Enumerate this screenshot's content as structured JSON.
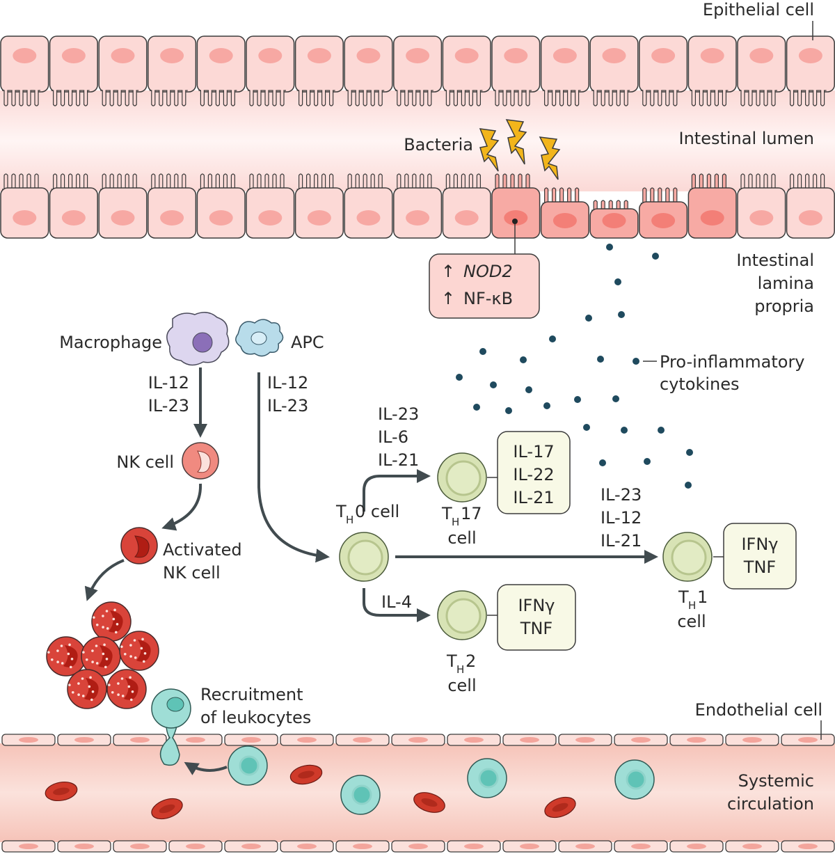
{
  "labels": {
    "epithelial_cell": "Epithelial cell",
    "intestinal_lumen": "Intestinal lumen",
    "bacteria": "Bacteria",
    "nod2": "NOD2",
    "nfkb": "NF-κB",
    "up_arrow": "↑",
    "lamina_propria_1": "Intestinal",
    "lamina_propria_2": "lamina",
    "lamina_propria_3": "propria",
    "macrophage": "Macrophage",
    "apc": "APC",
    "proinflam_1": "Pro-inflammatory",
    "proinflam_2": "cytokines",
    "nk_cell": "NK cell",
    "activated_1": "Activated",
    "activated_2": "NK cell",
    "recruitment_1": "Recruitment",
    "recruitment_2": "of leukocytes",
    "endothelial_cell": "Endothelial cell",
    "systemic_1": "Systemic",
    "systemic_2": "circulation",
    "th_T": "T",
    "th_H": "H",
    "th0_suffix": "0 cell",
    "th17_suffix": "17",
    "th2_suffix": "2",
    "th1_suffix": "1",
    "cell_word": "cell"
  },
  "cytokines": {
    "mac": [
      "IL-12",
      "IL-23"
    ],
    "apc": [
      "IL-12",
      "IL-23"
    ],
    "to_th17": [
      "IL-23",
      "IL-6",
      "IL-21"
    ],
    "to_th1": [
      "IL-23",
      "IL-12",
      "IL-21"
    ],
    "to_th2": [
      "IL-4"
    ]
  },
  "secreted": {
    "th17": [
      "IL-17",
      "IL-22",
      "IL-21"
    ],
    "th2": [
      "IFNγ",
      "TNF"
    ],
    "th1": [
      "IFNγ",
      "TNF"
    ]
  },
  "colors": {
    "epithelium_fill": "#fcd9d6",
    "epithelium_stroke": "#3b3b3b",
    "inflamed_fill": "#f7aaa4",
    "nucleus": "#f7a8a3",
    "lumen": "#fdeceb",
    "t_cell": "#d8e3b5",
    "secretion_box": "#f8f9e6",
    "cytokine_dot": "#1f4a5e",
    "nk_cell": "#e8736b",
    "activated_nk": "#d9443a",
    "leukocyte": "#9fded6",
    "rbc": "#cf3a2a",
    "vessel": "#f8cfc7",
    "arrow": "#414b4f",
    "macrophage": "#ddd6ef",
    "apc": "#b8dcea"
  }
}
